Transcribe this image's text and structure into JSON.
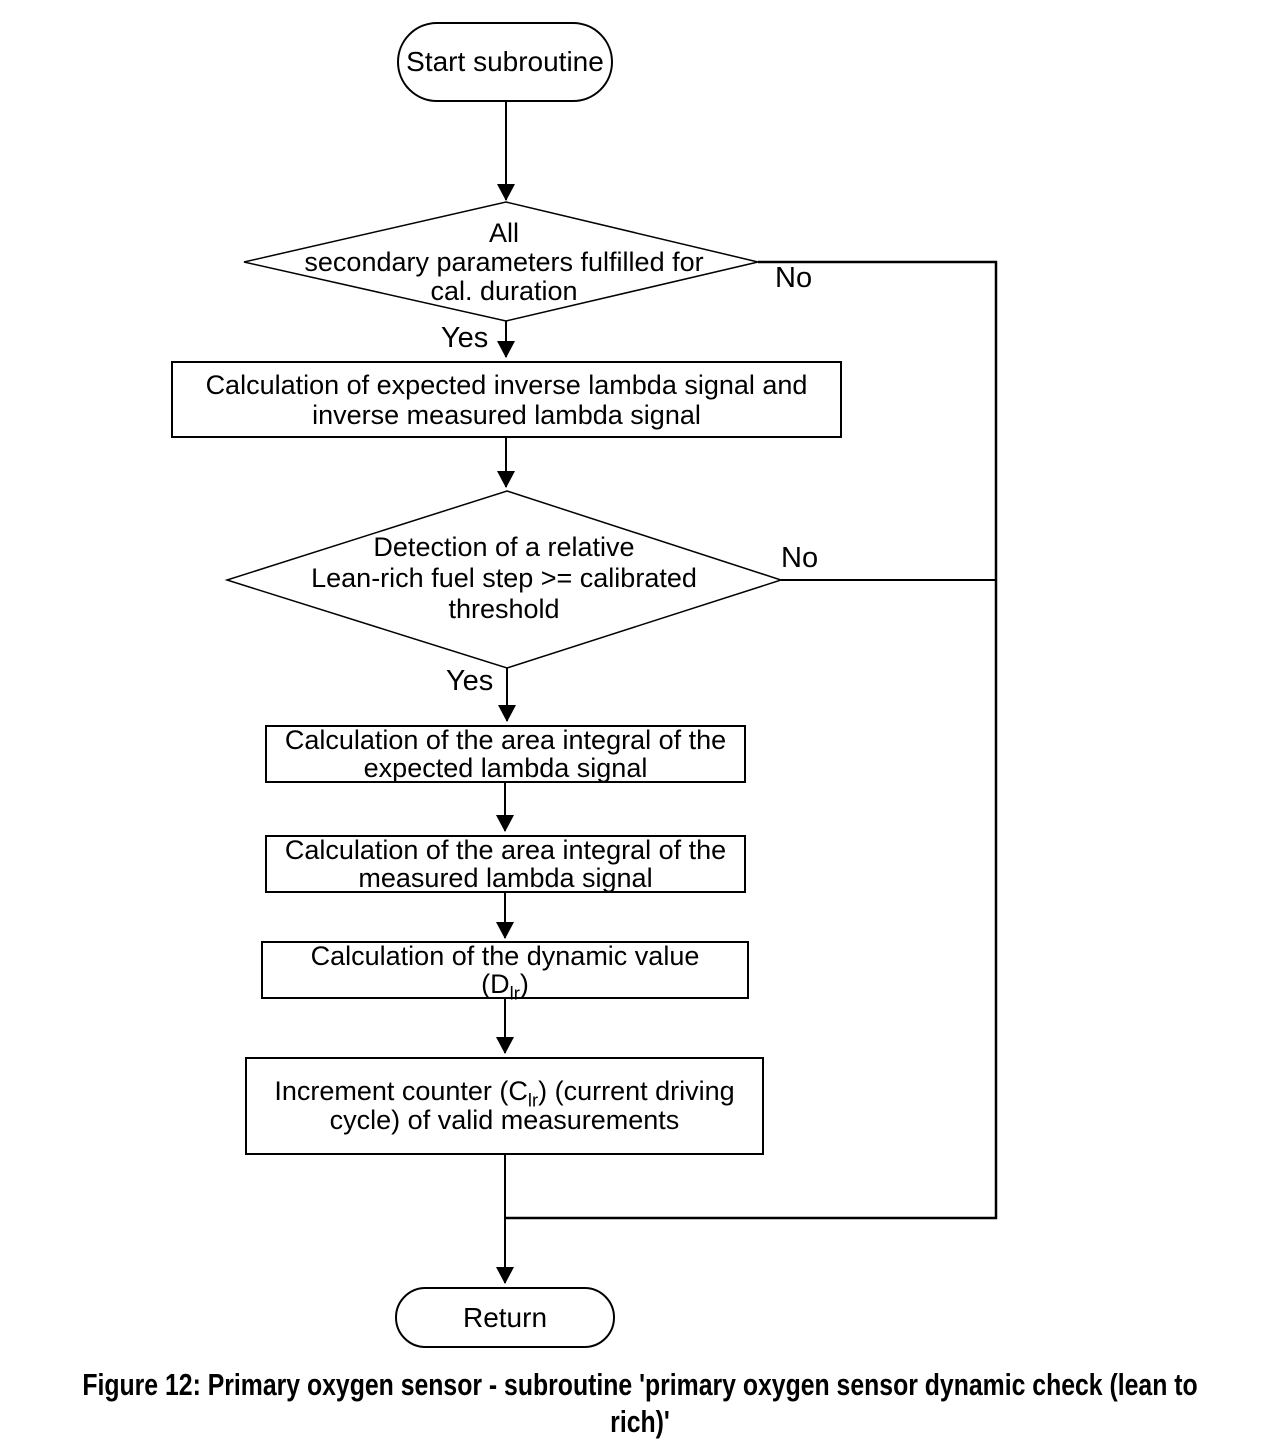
{
  "figure": {
    "caption_line1": "Figure 12: Primary oxygen sensor - subroutine 'primary oxygen sensor dynamic check (lean to",
    "caption_line2": "rich)'"
  },
  "flowchart": {
    "start": {
      "label": "Start subroutine"
    },
    "decision1": {
      "line1": "All",
      "line2": "secondary parameters fulfilled for",
      "line3": "cal. duration",
      "yes_label": "Yes",
      "no_label": "No"
    },
    "process1": {
      "line1": "Calculation of expected inverse lambda signal and",
      "line2": "inverse measured lambda signal"
    },
    "decision2": {
      "line1": "Detection of a relative",
      "line2": "Lean-rich fuel step >= calibrated",
      "line3": "threshold",
      "yes_label": "Yes",
      "no_label": "No"
    },
    "process2": {
      "line1": "Calculation of the area integral of the",
      "line2": "expected lambda signal"
    },
    "process3": {
      "line1": "Calculation of the area integral of the",
      "line2": "measured lambda signal"
    },
    "process4": {
      "line1": "Calculation of the dynamic value",
      "line2_prefix": "(D",
      "line2_sub": "lr",
      "line2_suffix": ")"
    },
    "process5": {
      "line1_prefix": "Increment counter (C",
      "line1_sub": "lr",
      "line1_suffix": ") (current driving",
      "line2": "cycle) of valid measurements"
    },
    "end": {
      "label": "Return"
    }
  },
  "colors": {
    "line": "#000000",
    "text": "#000000",
    "background": "#ffffff"
  }
}
